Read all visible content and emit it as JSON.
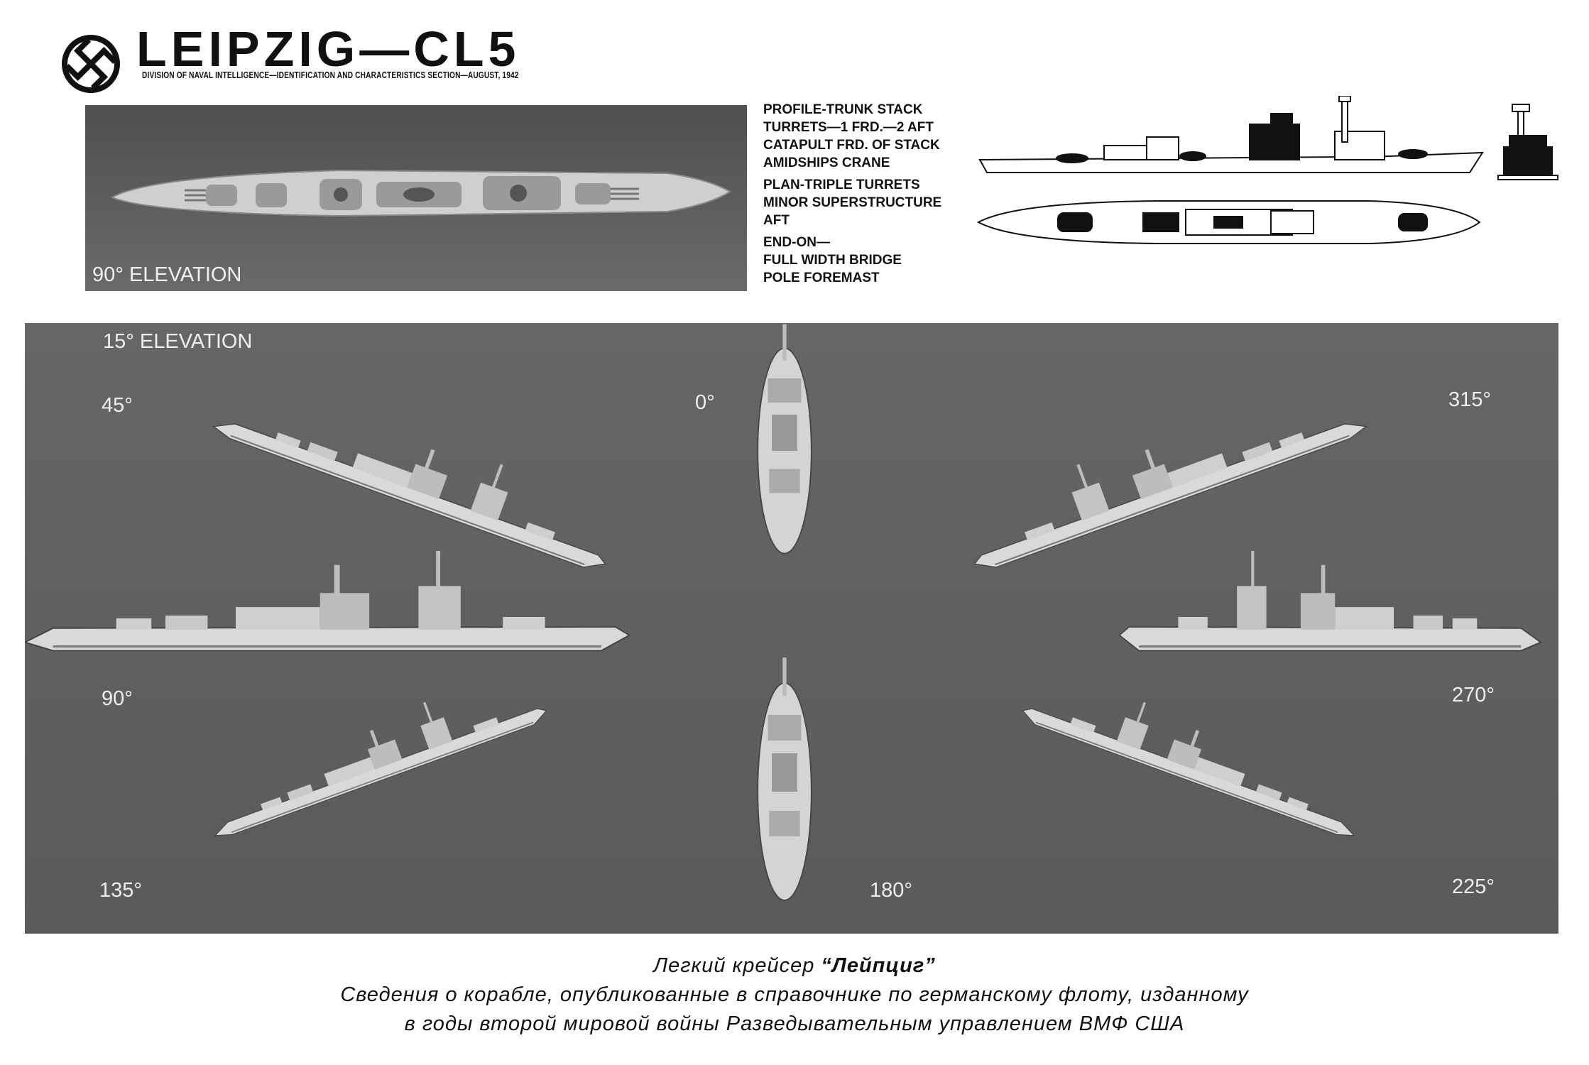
{
  "header": {
    "title": "LEIPZIG—CL5",
    "subtitle": "DIVISION OF NAVAL INTELLIGENCE—IDENTIFICATION AND CHARACTERISTICS SECTION—AUGUST, 1942",
    "emblem_icon": "swastika-emblem-icon"
  },
  "top_photo": {
    "label": "90° ELEVATION"
  },
  "notes": {
    "profile": {
      "head": "PROFILE",
      "lines": [
        "-TRUNK STACK",
        "TURRETS—1 FRD.—2 AFT",
        "CATAPULT FRD. OF STACK",
        "AMIDSHIPS CRANE"
      ]
    },
    "plan": {
      "head": "PLAN",
      "lines": [
        "-TRIPLE TURRETS",
        "MINOR SUPERSTRUCTURE",
        "AFT"
      ]
    },
    "end_on": {
      "head": "END-ON—",
      "lines": [
        "FULL WIDTH BRIDGE",
        "POLE FOREMAST"
      ]
    }
  },
  "main_photo": {
    "label": "15° ELEVATION",
    "angles": {
      "a45": "45°",
      "a0": "0°",
      "a315": "315°",
      "a90": "90°",
      "a270": "270°",
      "a135": "135°",
      "a180": "180°",
      "a225": "225°"
    }
  },
  "caption": {
    "title_prefix": "Легкий крейсер",
    "title_name": "“Лейпциг”",
    "line2": "Сведения о корабле, опубликованные в справочнике по германскому флоту, изданному",
    "line3": "в годы второй мировой войны Разведывательным управлением ВМФ США"
  },
  "colors": {
    "photo_bg": "#626262",
    "ship": "#d9d9d9",
    "ink": "#111111"
  }
}
